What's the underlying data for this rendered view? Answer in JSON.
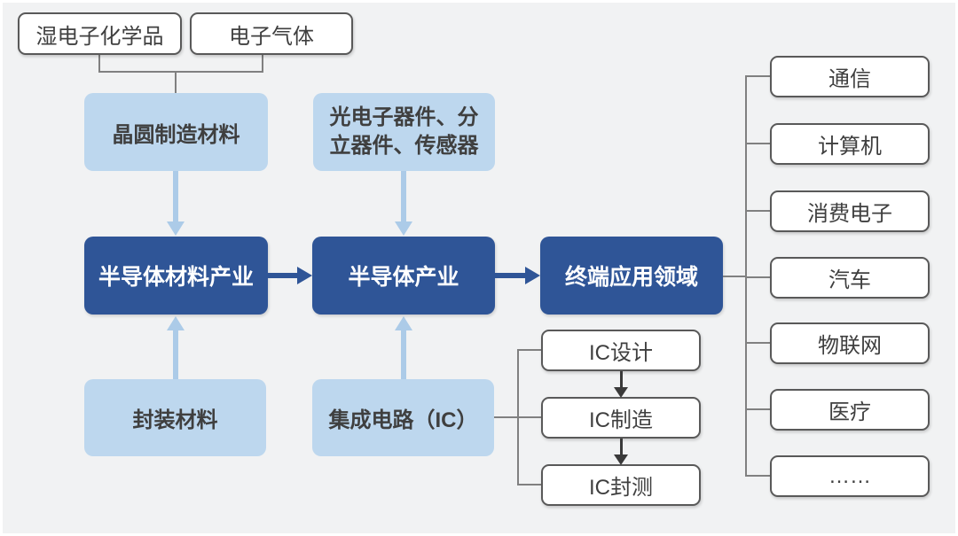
{
  "palette": {
    "bg": "#F1F2F3",
    "dark-blue": "#2F5597",
    "light-blue": "#BDD7EE",
    "arrow-blue": "#ACCBE8",
    "line-gray": "#808080",
    "box-border": "#595959",
    "text-dark": "#3F3F3F",
    "ic-arrow": "#3A3A3A"
  },
  "diagram": {
    "wafer_inputs": [
      {
        "label": "湿电子化学品"
      },
      {
        "label": "电子气体"
      }
    ],
    "material_segments": [
      {
        "label": "晶圆制造材料"
      },
      {
        "label": "封装材料"
      }
    ],
    "industry_chain": [
      {
        "label": "半导体材料产业"
      },
      {
        "label": "半导体产业"
      },
      {
        "label": "终端应用领域"
      }
    ],
    "semiconductor_products": [
      {
        "label": "光电子器件、分\n立器件、传感器"
      },
      {
        "label": "集成电路（IC）"
      }
    ],
    "ic_chain": [
      {
        "label": "IC设计"
      },
      {
        "label": "IC制造"
      },
      {
        "label": "IC封测"
      }
    ],
    "applications": [
      {
        "label": "通信"
      },
      {
        "label": "计算机"
      },
      {
        "label": "消费电子"
      },
      {
        "label": "汽车"
      },
      {
        "label": "物联网"
      },
      {
        "label": "医疗"
      },
      {
        "label": "……"
      }
    ]
  }
}
